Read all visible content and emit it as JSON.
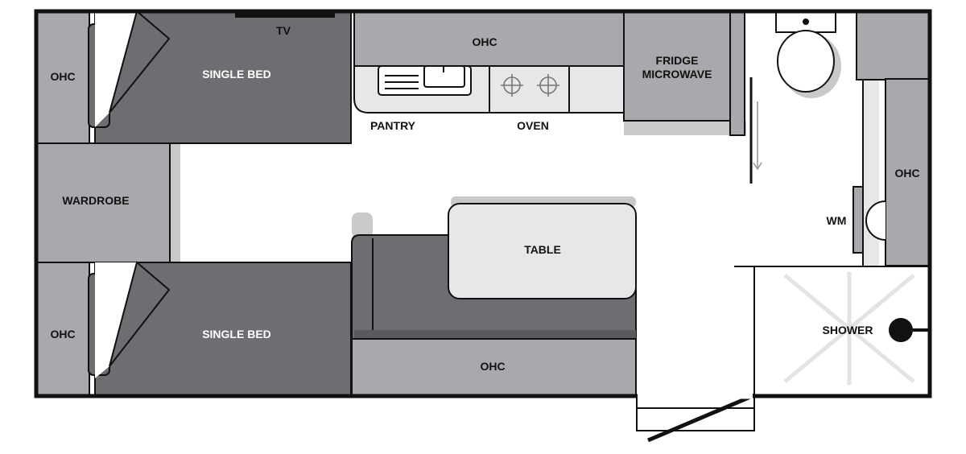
{
  "labels": {
    "ohc_top_left": "OHC",
    "single_bed_top": "SINGLE BED",
    "tv": "TV",
    "ohc_kitchen": "OHC",
    "fridge_line1": "FRIDGE",
    "fridge_line2": "MICROWAVE",
    "pantry": "PANTRY",
    "oven": "OVEN",
    "wardrobe": "WARDROBE",
    "table": "TABLE",
    "ohc_right": "OHC",
    "wm": "WM",
    "ohc_bottom_left": "OHC",
    "single_bed_bottom": "SINGLE BED",
    "ohc_dinette": "OHC",
    "shower": "SHOWER"
  },
  "colors": {
    "dark": "#6d6e72",
    "mid": "#a8a9ad",
    "light": "#e6e7e8",
    "shadow": "#c8c9cb",
    "wall": "#111111"
  }
}
